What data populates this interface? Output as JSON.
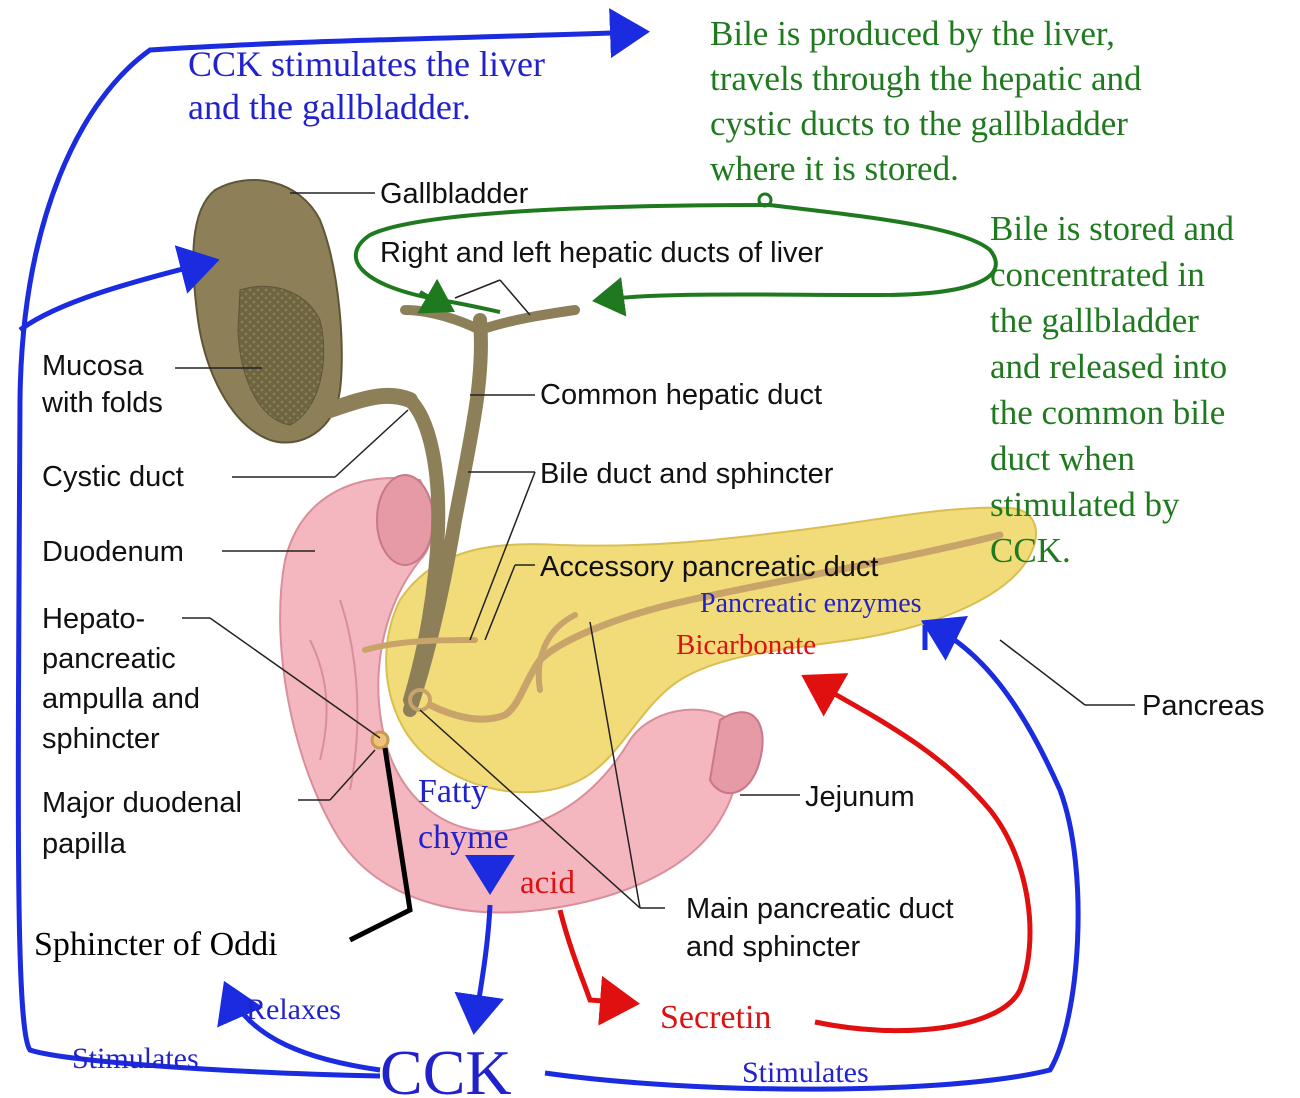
{
  "colors": {
    "blue": "#1a2be0",
    "green": "#1f7a1f",
    "red": "#e01010",
    "pancreas": "#f2dc7a",
    "duodenum": "#f4b7c0",
    "gallbladder": "#8d7f58",
    "duct": "#c8a46a"
  },
  "anatomy_labels": {
    "gallbladder": "Gallbladder",
    "hepatic_ducts": "Right and left hepatic ducts of liver",
    "mucosa_1": "Mucosa",
    "mucosa_2": "with folds",
    "common_hepatic": "Common hepatic duct",
    "cystic_duct": "Cystic duct",
    "bile_duct": "Bile duct and sphincter",
    "duodenum": "Duodenum",
    "accessory": "Accessory pancreatic duct",
    "hepato_1": "Hepato-",
    "hepato_2": "pancreatic",
    "hepato_3": "ampulla and",
    "hepato_4": "sphincter",
    "pancreas": "Pancreas",
    "major_1": "Major duodenal",
    "major_2": "papilla",
    "jejunum": "Jejunum",
    "main_duct_1": "Main pancreatic duct",
    "main_duct_2": "and sphincter"
  },
  "annotations": {
    "cck_note_1": "CCK stimulates the liver",
    "cck_note_2": "and the gallbladder.",
    "bile_prod_1": "Bile is produced by the liver,",
    "bile_prod_2": "travels through the hepatic and",
    "bile_prod_3": "cystic ducts to the gallbladder",
    "bile_prod_4": "where it is stored.",
    "bile_store_1": "Bile is stored and",
    "bile_store_2": "concentrated in",
    "bile_store_3": "the gallbladder",
    "bile_store_4": "and released into",
    "bile_store_5": "the common bile",
    "bile_store_6": "duct when",
    "bile_store_7": "stimulated by",
    "bile_store_8": "CCK.",
    "pancreatic_enzymes": "Pancreatic enzymes",
    "bicarbonate": "Bicarbonate",
    "fatty": "Fatty",
    "chyme": "chyme",
    "acid": "acid",
    "sphincter_oddi": "Sphincter of Oddi",
    "relaxes": "Relaxes",
    "secretin": "Secretin",
    "stimulates_left": "Stimulates",
    "cck": "CCK",
    "stimulates_right": "Stimulates"
  }
}
